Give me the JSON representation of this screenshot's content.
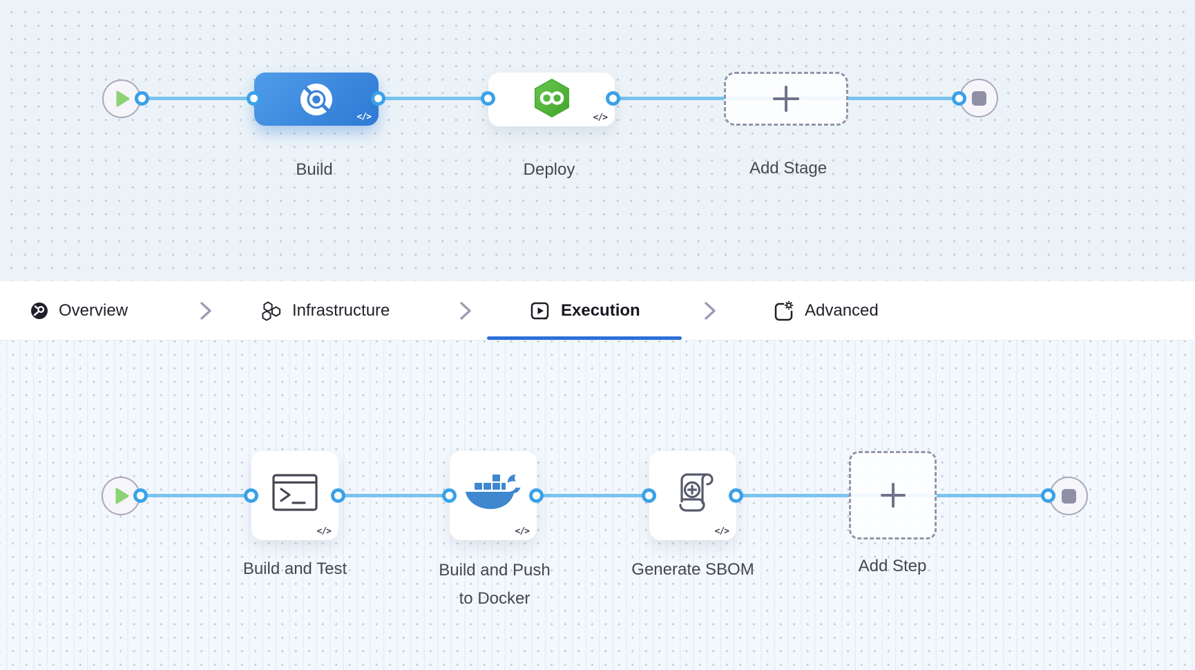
{
  "tabs": {
    "items": [
      {
        "label": "Overview",
        "icon": "overview-icon",
        "active": false
      },
      {
        "label": "Infrastructure",
        "icon": "infrastructure-icon",
        "active": false
      },
      {
        "label": "Execution",
        "icon": "execution-icon",
        "active": true
      },
      {
        "label": "Advanced",
        "icon": "advanced-icon",
        "active": false
      }
    ],
    "separator_icon": "chevron-right-icon",
    "active_tab": "Execution"
  },
  "stage_pipeline": {
    "start_node": {
      "icon": "play-icon"
    },
    "end_node": {
      "icon": "stop-icon"
    },
    "stages": [
      {
        "label": "Build",
        "icon": "harness-build-icon",
        "code_badge": "</>",
        "selected": true
      },
      {
        "label": "Deploy",
        "icon": "harness-deploy-hex-icon",
        "code_badge": "</>",
        "selected": false
      }
    ],
    "add_stage": {
      "label": "Add Stage",
      "icon": "plus-icon"
    }
  },
  "step_pipeline": {
    "start_node": {
      "icon": "play-icon"
    },
    "end_node": {
      "icon": "stop-icon"
    },
    "steps": [
      {
        "label": "Build and Test",
        "icon": "terminal-icon",
        "code_badge": "</>"
      },
      {
        "label_lines": [
          "Build and Push",
          "to Docker"
        ],
        "icon": "docker-icon",
        "code_badge": "</>"
      },
      {
        "label": "Generate SBOM",
        "icon": "sbom-scroll-icon",
        "code_badge": "</>"
      }
    ],
    "add_step": {
      "label": "Add Step",
      "icon": "plus-icon"
    }
  },
  "colors": {
    "canvas_top_bg": "#ecf3f8",
    "canvas_bottom_bg": "#f3f8fc",
    "connector_line": "#79c3ee",
    "connector_ring": "#3aa1e8",
    "selected_stage_blue": "#2e79d4",
    "deploy_hex_green": "#55bb3f",
    "docker_blue": "#3f87cf",
    "play_green": "#8bd374",
    "node_border": "#a8a8bc",
    "stop_square": "#8f8fa6",
    "dashed_border": "#9095a9",
    "label_text": "#45464f",
    "tab_text": "#1f2028",
    "tab_underline": "#2b6fd8"
  }
}
